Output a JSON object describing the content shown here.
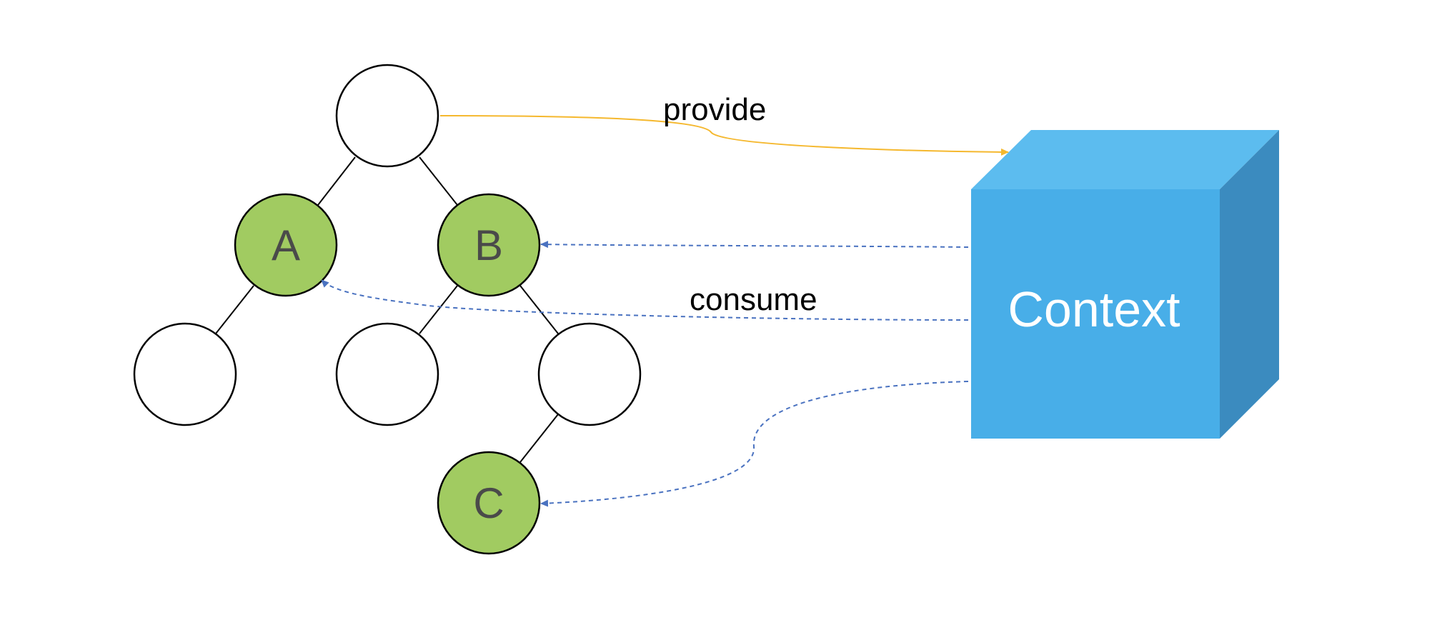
{
  "diagram": {
    "nodes": {
      "root": "",
      "a": "A",
      "b": "B",
      "a_child": "",
      "b_left": "",
      "b_right": "",
      "c": "C"
    },
    "context_label": "Context",
    "provide_label": "provide",
    "consume_label": "consume"
  },
  "colors": {
    "highlight_node": "#a1cb61",
    "plain_node": "#ffffff",
    "node_stroke": "#000000",
    "node_text": "#4a4a4a",
    "cube_front": "#48aee8",
    "cube_top": "#5cbcef",
    "cube_side": "#3b8bbf",
    "provide_arrow": "#f5b82e",
    "consume_arrow": "#4a72c0"
  }
}
